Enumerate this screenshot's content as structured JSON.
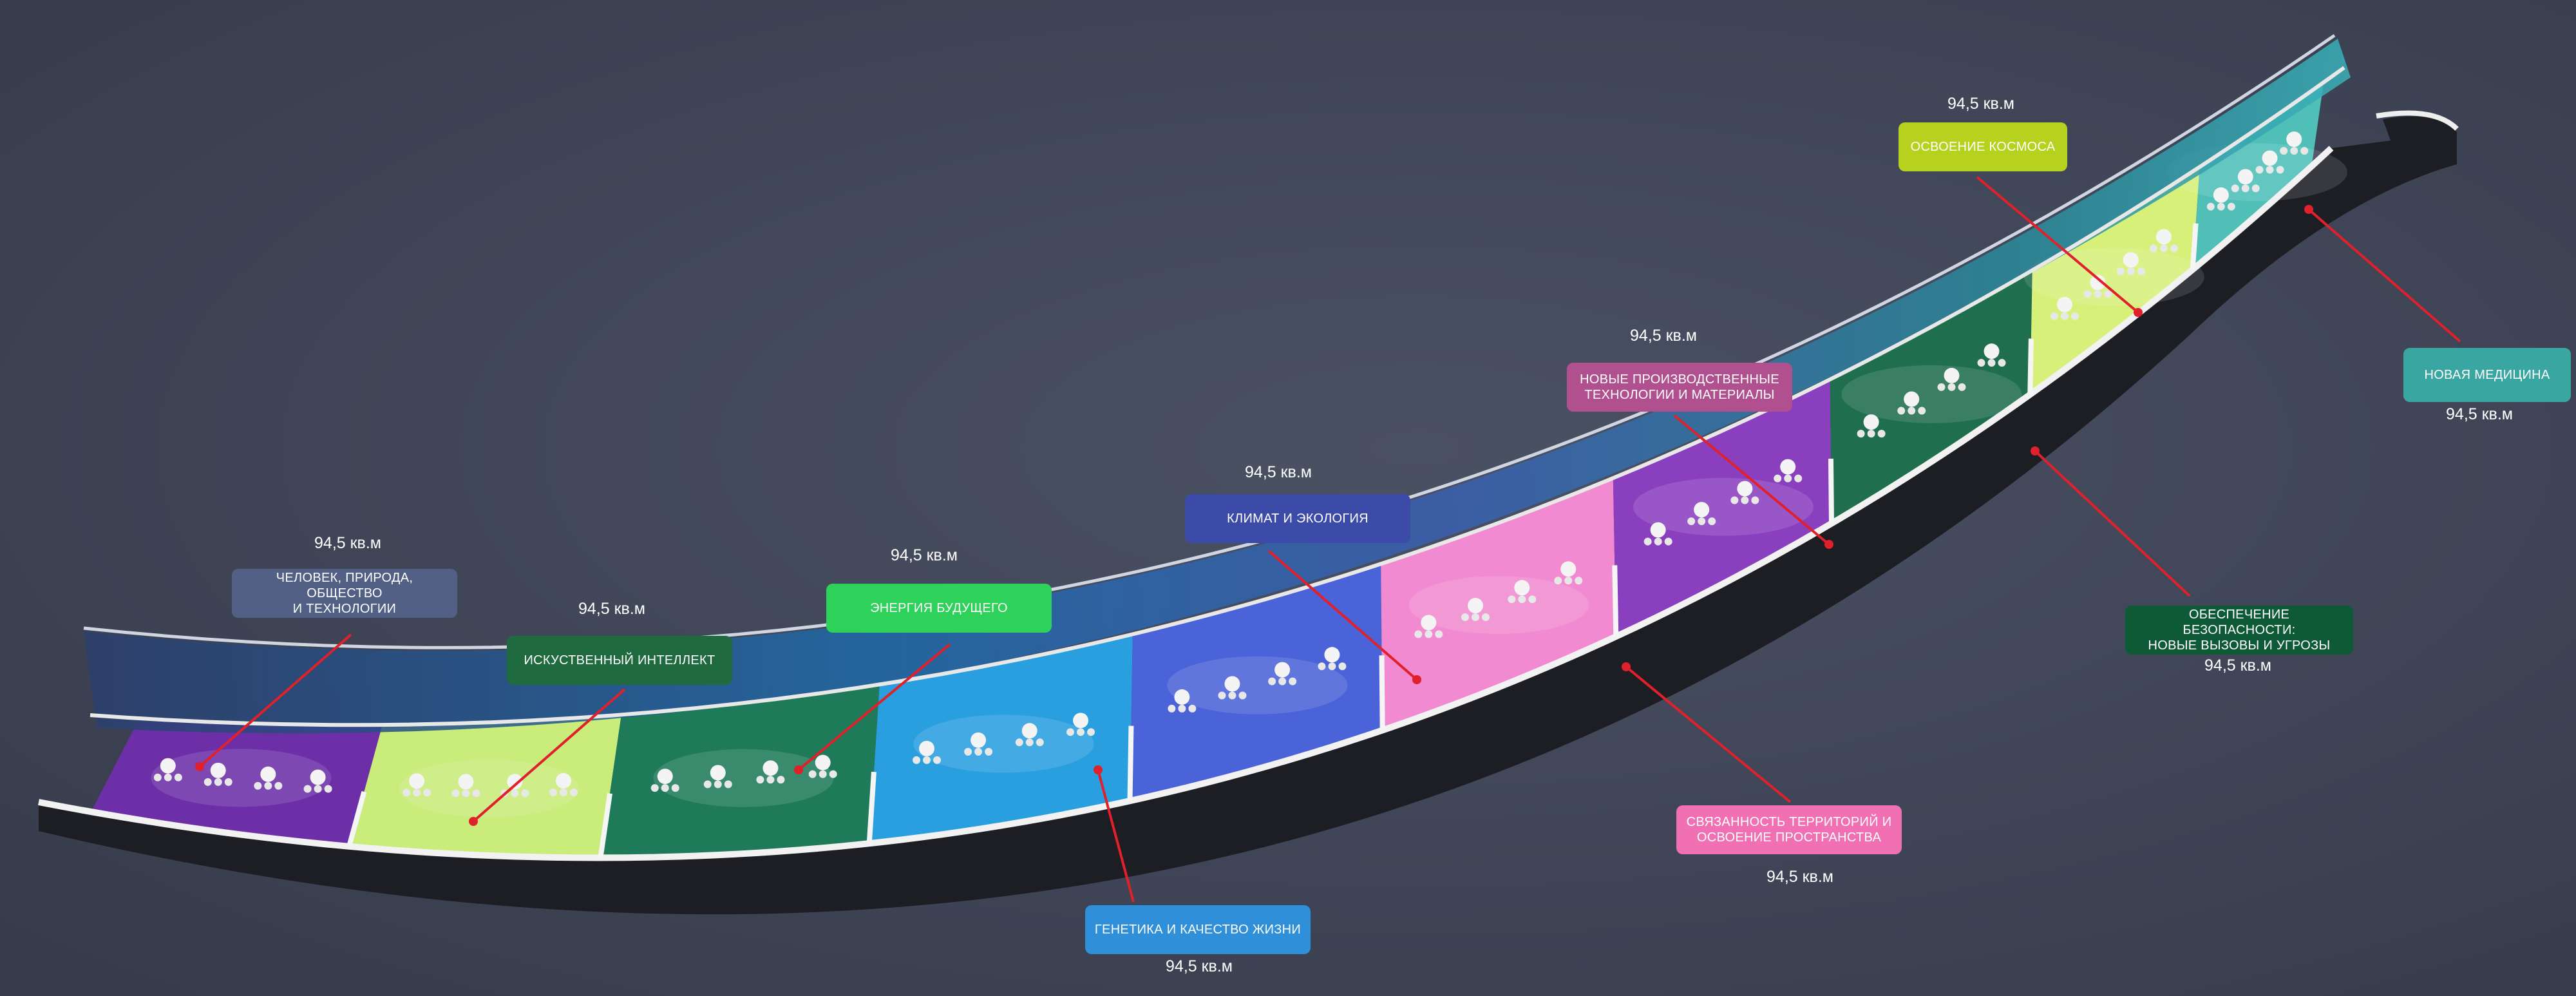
{
  "area_text": "94,5 кв.м",
  "zones": [
    {
      "id": "human",
      "label": "ЧЕЛОВЕК, ПРИРОДА, ОБЩЕСТВО\nИ ТЕХНОЛОГИИ",
      "color": "#536085",
      "floor_color": "#6d2fa8"
    },
    {
      "id": "ai",
      "label": "ИСКУСТВЕННЫЙ ИНТЕЛЛЕКТ",
      "color": "#1f6a3e",
      "floor_color": "#c9ec7a"
    },
    {
      "id": "energy",
      "label": "ЭНЕРГИЯ БУДУЩЕГО",
      "color": "#2ed159",
      "floor_color": "#1f7a5a"
    },
    {
      "id": "genetics",
      "label": "ГЕНЕТИКА И КАЧЕСТВО ЖИЗНИ",
      "color": "#2f8fd8",
      "floor_color": "#2a9fe0"
    },
    {
      "id": "climate",
      "label": "КЛИМАТ И ЭКОЛОГИЯ",
      "color": "#3d4ba8",
      "floor_color": "#4a63d9"
    },
    {
      "id": "connectivity",
      "label": "СВЯЗАННОСТЬ ТЕРРИТОРИЙ И\nОСВОЕНИЕ ПРОСТРАНСТВА",
      "color": "#f070b3",
      "floor_color": "#f18ad0"
    },
    {
      "id": "production",
      "label": "НОВЫЕ ПРОИЗВОДСТВЕННЫЕ\nТЕХНОЛОГИИ И МАТЕРИАЛЫ",
      "color": "#b0508f",
      "floor_color": "#8a3fbf"
    },
    {
      "id": "security",
      "label": "ОБЕСПЕЧЕНИЕ БЕЗОПАСНОСТИ:\nНОВЫЕ ВЫЗОВЫ И УГРОЗЫ",
      "color": "#0e5a36",
      "floor_color": "#1f6e4e"
    },
    {
      "id": "space",
      "label": "ОСВОЕНИЕ  КОСМОСА",
      "color": "#b6d21e",
      "floor_color": "#d7f07a"
    },
    {
      "id": "medicine",
      "label": "НОВАЯ МЕДИЦИНА",
      "color": "#3aa6a2",
      "floor_color": "#4fbfb8"
    }
  ],
  "colors": {
    "pointer_line": "#e0202a",
    "outer_wall": "#f2f2f2",
    "wall_side": "#1c1e24",
    "screen": "#2a4a7a"
  }
}
